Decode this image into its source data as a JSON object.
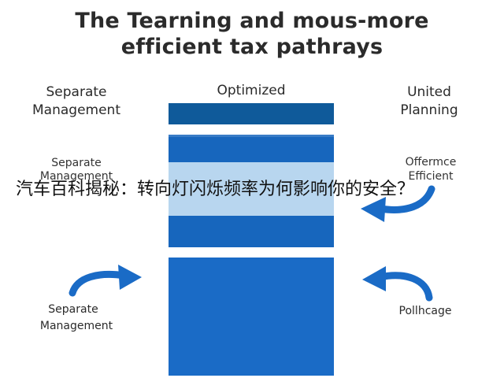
{
  "title": {
    "line1": "The Tearning and mous-more",
    "line2": "efficient tax pathrays"
  },
  "left": {
    "top_line1": "Separate",
    "top_line2": "Management",
    "mid_line1": "Separate",
    "mid_line2": "Management",
    "bottom_line1": "Separate",
    "bottom_line2": "Management"
  },
  "center": {
    "header": "Optimized"
  },
  "right": {
    "top_line1": "United",
    "top_line2": "Planning",
    "mid_line1": "Offermce",
    "mid_line2": "Efficient",
    "bottom": "Pollhcage"
  },
  "overlay": {
    "caption": "汽车百科揭秘：转向灯闪烁频率为何影响你的安全？"
  },
  "colors": {
    "bar_dark": "#0f5a9a",
    "bar_main": "#1766bd",
    "arrow_blue": "#1a6bc6"
  }
}
